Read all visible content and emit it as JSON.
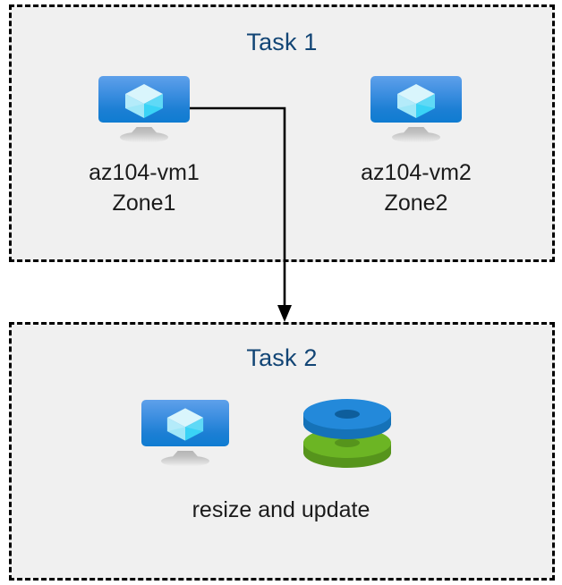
{
  "diagram": {
    "title": "Azure VM tasks diagram",
    "background_color": "#ffffff",
    "box_fill_color": "#f0f0f0",
    "box_border_color": "#000000",
    "title_color": "#124575",
    "label_color": "#1b1b1b",
    "connector_color": "#000000"
  },
  "task1": {
    "title": "Task 1",
    "nodes": [
      {
        "icon": "virtual-machine-icon",
        "name": "az104-vm1",
        "zone": "Zone1",
        "label": "az104-vm1\nZone1"
      },
      {
        "icon": "virtual-machine-icon",
        "name": "az104-vm2",
        "zone": "Zone2",
        "label": "az104-vm2\nZone2"
      }
    ]
  },
  "task2": {
    "title": "Task 2",
    "icons": [
      {
        "icon": "virtual-machine-icon",
        "name": "virtual machine"
      },
      {
        "icon": "managed-disks-icon",
        "name": "managed disks"
      }
    ],
    "label": "resize and update"
  },
  "connector": {
    "from": "az104-vm1",
    "to": "Task 2",
    "style": "elbow-arrow",
    "arrowhead": "down"
  },
  "colors": {
    "vm_screen_top": "#5ea0ea",
    "vm_screen_bottom": "#0f7cd1",
    "vm_cube_light": "#d6f3fb",
    "vm_cube_mid": "#8fe3f7",
    "vm_cube_bright": "#35d2f5",
    "disk_blue": "#2389da",
    "disk_blue_dark": "#1572b8",
    "disk_green": "#6cb524",
    "disk_green_dark": "#56941c",
    "stand_gray": "#c4c4c4"
  }
}
